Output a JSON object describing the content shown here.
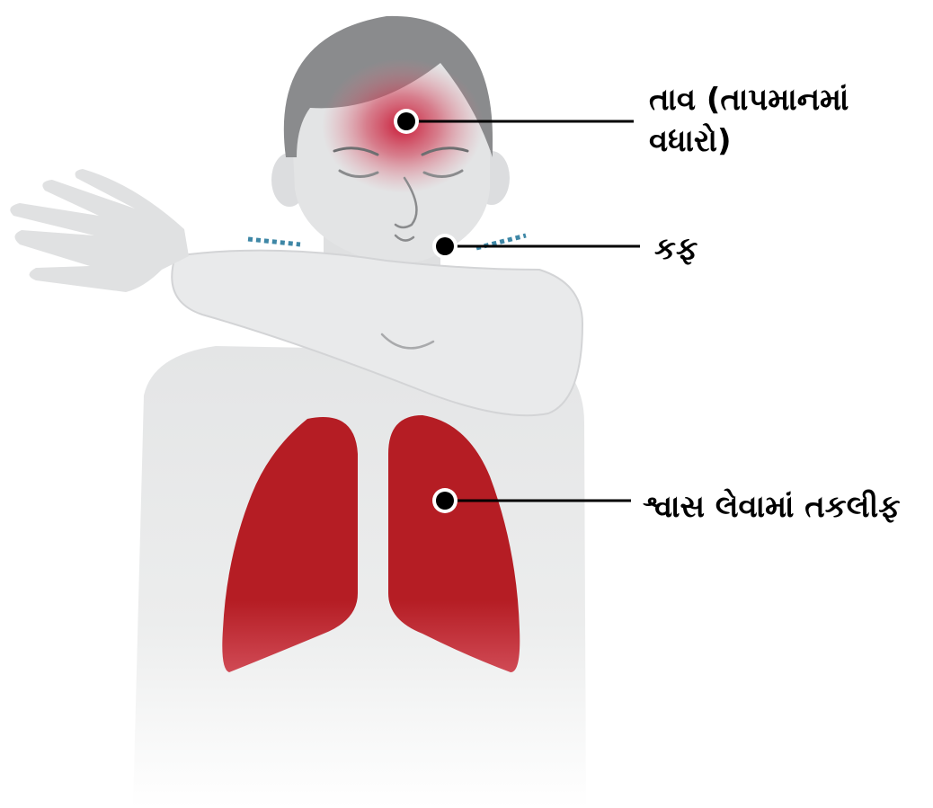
{
  "labels": {
    "fever_line1": "તાવ (તાપમાનમાં",
    "fever_line2": "વધારો)",
    "cough": "કફ",
    "breathing": "શ્વાસ લેવામાં તકલીફ"
  },
  "colors": {
    "lung_red": "#b71c22",
    "hair_gray": "#8a8b8d",
    "skin_light": "#e6e7e8",
    "body_light": "#eeeff0",
    "cough_marks": "#3e87a6",
    "leader_line": "#000000"
  },
  "icons": [
    "fever-marker-icon",
    "cough-marker-icon",
    "lungs-marker-icon"
  ]
}
